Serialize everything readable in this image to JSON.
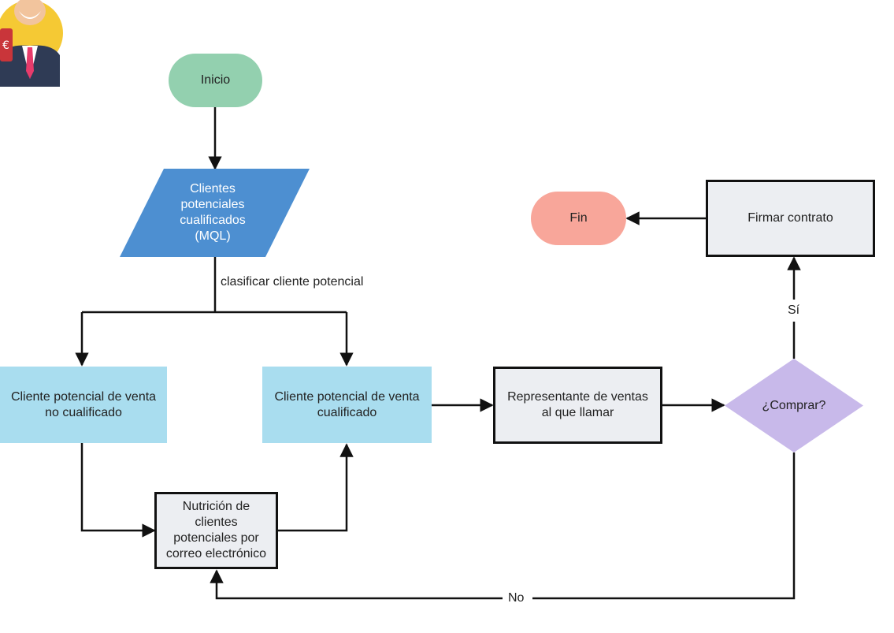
{
  "diagram": {
    "nodes": {
      "start": "Inicio",
      "mql": "Clientes\npotenciales\ncualificados\n(MQL)",
      "unqualified": "Cliente potencial de venta\nno cualificado",
      "qualified": "Cliente potencial de venta\ncualificado",
      "nurture": "Nutrición de\nclientes\npotenciales por\ncorreo electrónico",
      "sales_rep": "Representante de ventas\nal que llamar",
      "decision": "¿Comprar?",
      "sign": "Firmar contrato",
      "end": "Fin"
    },
    "edge_labels": {
      "classify": "clasificar cliente potencial",
      "yes": "Sí",
      "no": "No"
    },
    "colors": {
      "start": "#93d0af",
      "mql": "#4d8fd1",
      "light_blue": "#a9ddef",
      "decision": "#c8b9ea",
      "end": "#f8a69a",
      "boxed_fill": "#eceef2",
      "line": "#111111"
    },
    "avatar_icon": "businessman-avatar-icon"
  }
}
